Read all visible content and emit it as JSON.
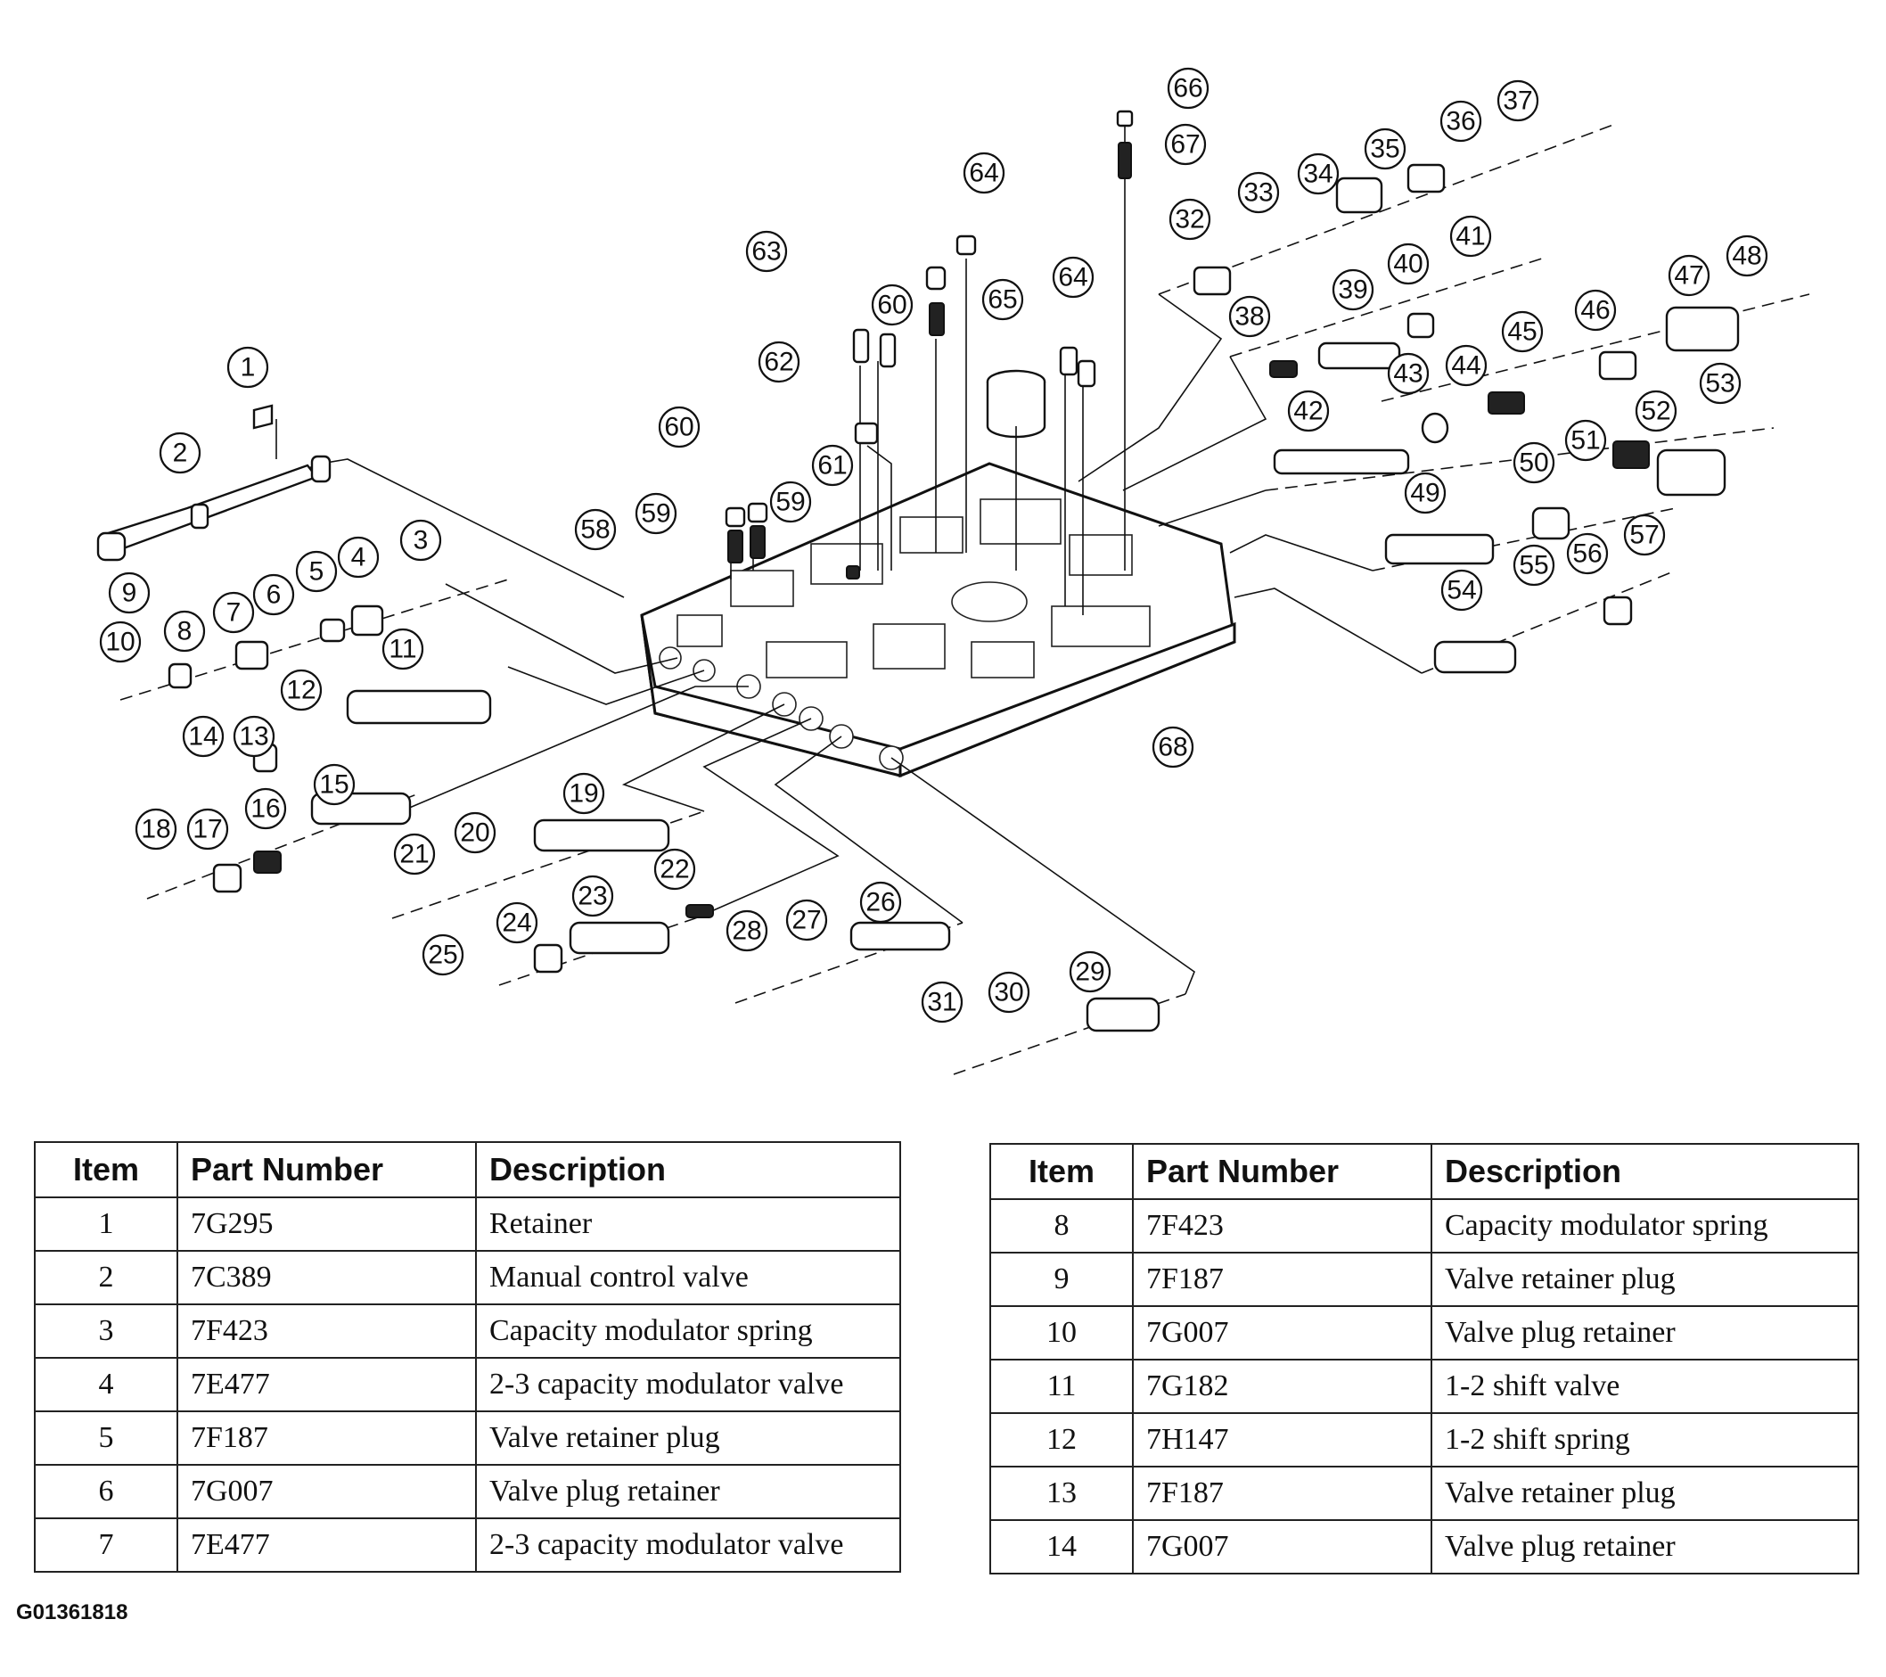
{
  "figure_id": "G01361818",
  "callout_numbers": [
    "1",
    "2",
    "3",
    "4",
    "5",
    "6",
    "7",
    "8",
    "9",
    "10",
    "11",
    "12",
    "13",
    "14",
    "15",
    "16",
    "17",
    "18",
    "19",
    "20",
    "21",
    "22",
    "23",
    "24",
    "25",
    "26",
    "27",
    "28",
    "29",
    "30",
    "31",
    "32",
    "33",
    "34",
    "35",
    "36",
    "37",
    "38",
    "39",
    "40",
    "41",
    "42",
    "43",
    "44",
    "45",
    "46",
    "47",
    "48",
    "49",
    "50",
    "51",
    "52",
    "53",
    "54",
    "55",
    "56",
    "57",
    "58",
    "59",
    "59",
    "60",
    "60",
    "61",
    "62",
    "63",
    "64",
    "64",
    "65",
    "66",
    "67",
    "68"
  ],
  "table_headers": {
    "item": "Item",
    "part_number": "Part Number",
    "description": "Description"
  },
  "table_left": [
    {
      "item": "1",
      "part": "7G295",
      "desc": "Retainer"
    },
    {
      "item": "2",
      "part": "7C389",
      "desc": "Manual control valve"
    },
    {
      "item": "3",
      "part": "7F423",
      "desc": "Capacity modulator spring"
    },
    {
      "item": "4",
      "part": "7E477",
      "desc": "2-3 capacity modulator valve"
    },
    {
      "item": "5",
      "part": "7F187",
      "desc": "Valve retainer plug"
    },
    {
      "item": "6",
      "part": "7G007",
      "desc": "Valve plug retainer"
    },
    {
      "item": "7",
      "part": "7E477",
      "desc": "2-3 capacity modulator valve"
    }
  ],
  "table_right": [
    {
      "item": "8",
      "part": "7F423",
      "desc": "Capacity modulator spring"
    },
    {
      "item": "9",
      "part": "7F187",
      "desc": "Valve retainer plug"
    },
    {
      "item": "10",
      "part": "7G007",
      "desc": "Valve plug retainer"
    },
    {
      "item": "11",
      "part": "7G182",
      "desc": "1-2 shift valve"
    },
    {
      "item": "12",
      "part": "7H147",
      "desc": "1-2 shift spring"
    },
    {
      "item": "13",
      "part": "7F187",
      "desc": "Valve retainer plug"
    },
    {
      "item": "14",
      "part": "7G007",
      "desc": "Valve plug retainer"
    }
  ]
}
